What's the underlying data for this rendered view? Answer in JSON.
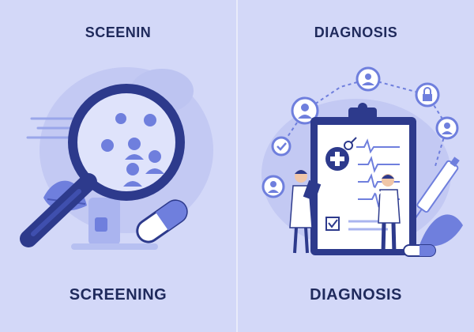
{
  "left_panel": {
    "top_title": "SCEENIN",
    "bottom_title": "SCREENING"
  },
  "right_panel": {
    "top_title": "DIAGNOSIS",
    "bottom_title": "DIAGNOSIS"
  },
  "colors": {
    "background": "#d3d8f8",
    "heading": "#1f2a5c",
    "accent_dark": "#2d3a8c",
    "accent_mid": "#6f7fdd",
    "accent_light": "#aab4ef"
  },
  "icons": {
    "left": [
      "magnifying-glass-icon",
      "virus-icon",
      "person-icon",
      "pill-capsule-icon",
      "leaf-icon"
    ],
    "right": [
      "clipboard-icon",
      "medical-cross-icon",
      "gender-icon",
      "doctor-icon",
      "user-avatar-icon",
      "lock-icon",
      "syringe-icon"
    ]
  }
}
